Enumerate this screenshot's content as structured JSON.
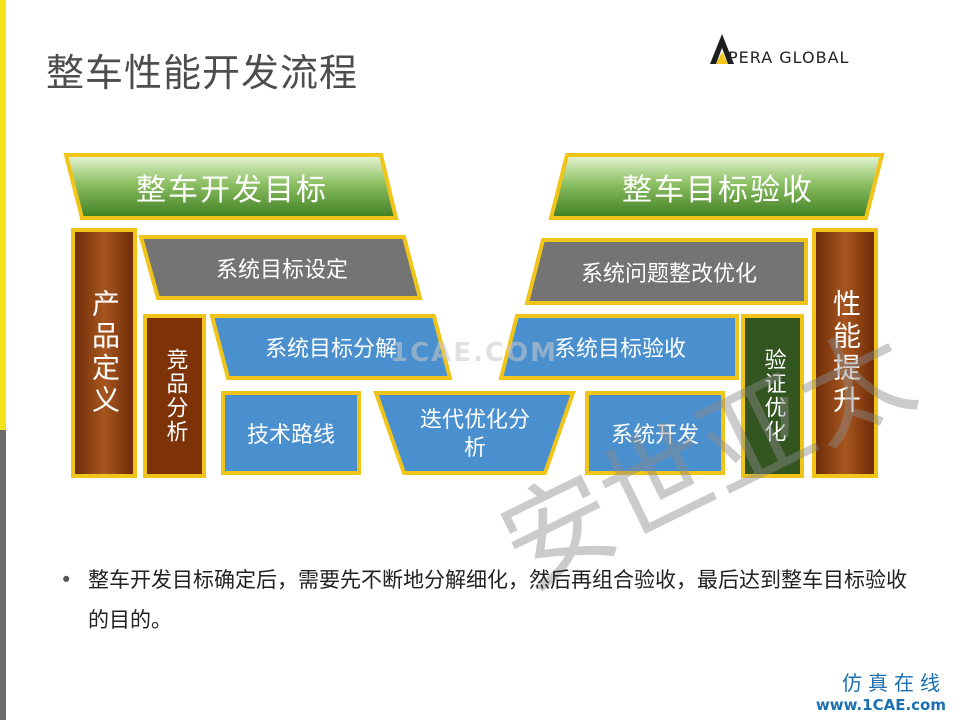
{
  "title": "整车性能开发流程",
  "logo": {
    "text": "PERA GLOBAL"
  },
  "boxes": {
    "top_left": "整车开发目标",
    "top_right": "整车目标验收",
    "left_outer": "产品定义",
    "left_inner": "竞品分析",
    "right_inner": "验证优化",
    "right_outer": "性能提升",
    "sys_target_set": "系统目标设定",
    "sys_issue_fix": "系统问题整改优化",
    "sys_target_decomp": "系统目标分解",
    "sys_target_accept": "系统目标验收",
    "tech_route": "技术路线",
    "iter_optim": "迭代优化分析",
    "sys_dev": "系统开发"
  },
  "watermarks": {
    "site": "1CAE.COM",
    "cn": "安世亚太"
  },
  "bullet": "整车开发目标确定后，需要先不断地分解细化，然后再组合验收，最后达到整车目标验收的目的。",
  "footer": {
    "cn": "仿真在线",
    "url": "www.1CAE.com"
  },
  "colors": {
    "green": "#4e8f2f",
    "brown": "#8a3c0c",
    "gray": "#747474",
    "blue": "#4a90cf",
    "dark_green": "#33551f",
    "border": "#f0c419"
  }
}
